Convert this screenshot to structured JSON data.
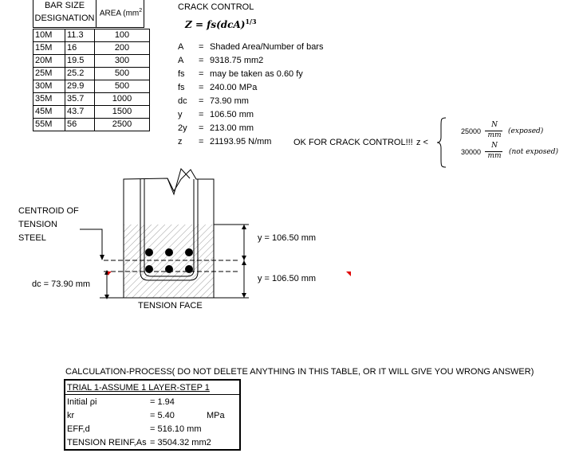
{
  "bar_table": {
    "header_line1": "BAR SIZE",
    "header_line2": "DESIGNATION",
    "area_header": "AREA (mm",
    "area_sup": "2",
    "rows": [
      {
        "bar": "10M",
        "dia": "11.3",
        "area": "100"
      },
      {
        "bar": "15M",
        "dia": "16",
        "area": "200"
      },
      {
        "bar": "20M",
        "dia": "19.5",
        "area": "300"
      },
      {
        "bar": "25M",
        "dia": "25.2",
        "area": "500"
      },
      {
        "bar": "30M",
        "dia": "29.9",
        "area": "500"
      },
      {
        "bar": "35M",
        "dia": "35.7",
        "area": "1000"
      },
      {
        "bar": "45M",
        "dia": "43.7",
        "area": "1500"
      },
      {
        "bar": "55M",
        "dia": "56",
        "area": "2500"
      }
    ]
  },
  "crack": {
    "title": "CRACK CONTROL",
    "formula": "Z = fs(dcA)",
    "formula_exp": "1/3",
    "rows": [
      {
        "sym": "A",
        "eq": "=",
        "val": "Shaded Area/Number of bars"
      },
      {
        "sym": "A",
        "eq": "=",
        "val": "9318.75 mm2"
      },
      {
        "sym": "fs",
        "eq": "=",
        "val": "may be taken as 0.60 fy"
      },
      {
        "sym": "fs",
        "eq": "=",
        "val": "240.00 MPa"
      },
      {
        "sym": "dc",
        "eq": "=",
        "val": "73.90 mm"
      },
      {
        "sym": "y",
        "eq": "=",
        "val": "106.50 mm"
      },
      {
        "sym": "2y",
        "eq": "=",
        "val": "213.00 mm"
      },
      {
        "sym": "z",
        "eq": "=",
        "val": "21193.95 N/mm"
      }
    ],
    "ok_text": "OK FOR CRACK CONTROL!!!",
    "z_less": "z <",
    "limit1": "25000",
    "limit1_note": "(exposed)",
    "limit2": "30000",
    "limit2_note": "(not exposed)",
    "unit_num": "N",
    "unit_den": "mm"
  },
  "diagram": {
    "centroid_label": [
      "CENTROID OF",
      "TENSION",
      "STEEL"
    ],
    "dc_label": "dc = 73.90 mm",
    "y_top": "y = 106.50 mm",
    "y_bottom": "y = 106.50 mm",
    "tension_face": "TENSION FACE"
  },
  "calc": {
    "title": "CALCULATION-PROCESS( DO NOT DELETE ANYTHING IN THIS TABLE, OR IT WILL GIVE YOU WRONG ANSWER)",
    "step": "TRIAL 1-ASSUME 1 LAYER-STEP 1",
    "rows": [
      {
        "label": "Initial ρi",
        "value": "=  1.94",
        "unit": ""
      },
      {
        "label": "kr",
        "value": "=  5.40",
        "unit": "MPa"
      },
      {
        "label": "EFF,d",
        "value": "=  516.10 mm",
        "unit": ""
      },
      {
        "label": "TENSION REINF,As",
        "value": "=  3504.32 mm2",
        "unit": ""
      }
    ]
  },
  "colors": {
    "marker": "#e00000",
    "hatch": "#888888"
  }
}
